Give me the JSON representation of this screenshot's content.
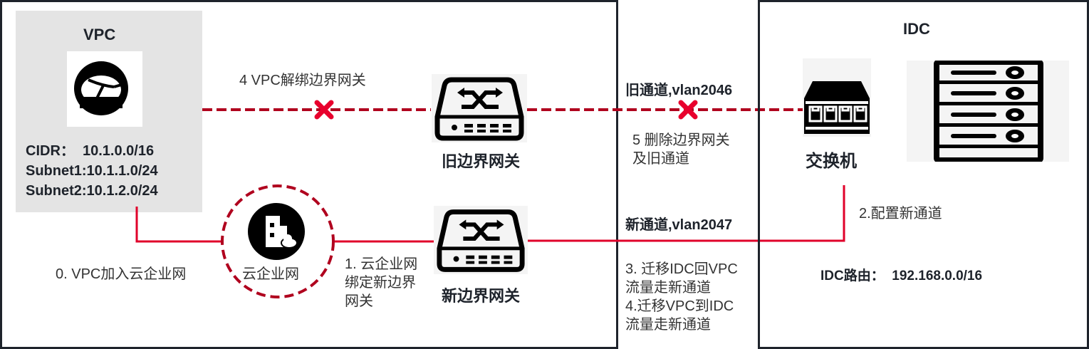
{
  "colors": {
    "border": "#1e232b",
    "dashed_line": "#b0001e",
    "solid_line": "#e0002a",
    "x_mark": "#e8002d",
    "vpc_bg": "#e4e4e4"
  },
  "vpc": {
    "title": "VPC",
    "icon": "vpc-cloud-icon",
    "cidr": "CIDR：  10.1.0.0/16",
    "subnet1": "Subnet1:10.1.1.0/24",
    "subnet2": "Subnet2:10.1.2.0/24"
  },
  "ccn": {
    "label": "云企业网",
    "icon": "building-cloud-icon",
    "step0": "0. VPC加入云企业网"
  },
  "old_gateway": {
    "label": "旧边界网关",
    "icon": "router-switch-icon",
    "step4": "4 VPC解绑边界网关"
  },
  "new_gateway": {
    "label": "新边界网关",
    "icon": "router-switch-icon",
    "step1_lines": [
      "1. 云企业网",
      "绑定新边界",
      "网关"
    ]
  },
  "channels": {
    "old": "旧通道,vlan2046",
    "new": "新通道,vlan2047",
    "step5_lines": [
      "5 删除边界网关",
      "及旧通道"
    ],
    "step34_lines": [
      "3. 迁移IDC回VPC",
      "流量走新通道",
      "4.迁移VPC到IDC",
      "流量走新通道"
    ]
  },
  "idc": {
    "title": "IDC",
    "switch_label": "交换机",
    "switch_icon": "switch-icon",
    "server_icon": "server-rack-icon",
    "step2": "2.配置新通道",
    "route": "IDC路由：  192.168.0.0/16"
  }
}
